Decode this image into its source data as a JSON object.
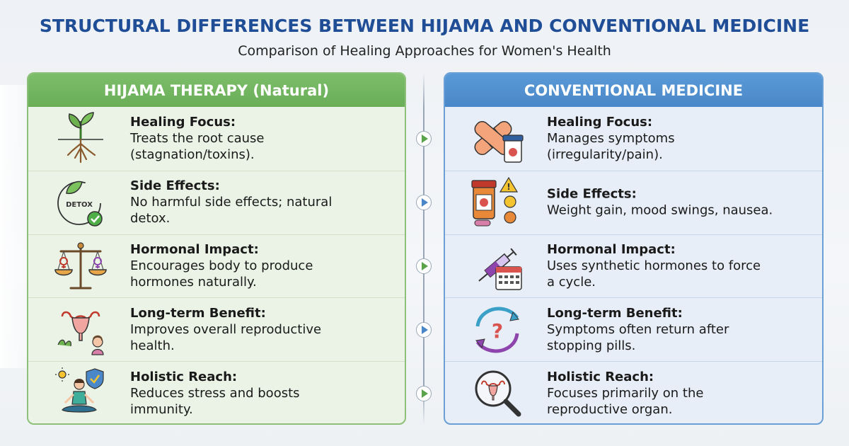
{
  "header": {
    "title": "STRUCTURAL DIFFERENCES BETWEEN HIJAMA AND CONVENTIONAL MEDICINE",
    "subtitle": "Comparison of Healing Approaches for Women's Health"
  },
  "colors": {
    "title": "#1f4e97",
    "hijama_header": "#6aae58",
    "conventional_header": "#4a87c8"
  },
  "hijama": {
    "heading": "HIJAMA THERAPY (Natural)",
    "rows": [
      {
        "label": "Healing Focus:",
        "desc1": "Treats the root cause",
        "desc2": "(stagnation/toxins).",
        "icon": "sprout-roots-icon"
      },
      {
        "label": "Side Effects:",
        "desc1": "No harmful side effects; natural",
        "desc2": "detox.",
        "icon": "detox-leaf-icon",
        "icon_text": "DETOX"
      },
      {
        "label": "Hormonal Impact:",
        "desc1": "Encourages body to produce",
        "desc2": "hormones naturally.",
        "icon": "balance-scale-icon"
      },
      {
        "label": "Long-term Benefit:",
        "desc1": "Improves overall reproductive",
        "desc2": "health.",
        "icon": "uterus-woman-icon"
      },
      {
        "label": "Holistic Reach:",
        "desc1": "Reduces stress and boosts",
        "desc2": "immunity.",
        "icon": "meditation-shield-icon"
      }
    ]
  },
  "conventional": {
    "heading": "CONVENTIONAL MEDICINE",
    "rows": [
      {
        "label": "Healing Focus:",
        "desc1": "Manages symptoms",
        "desc2": "(irregularity/pain).",
        "icon": "bandage-pill-icon"
      },
      {
        "label": "Side Effects:",
        "desc1": "Weight gain, mood swings, nausea.",
        "desc2": "",
        "icon": "pill-bottle-warning-icon"
      },
      {
        "label": "Hormonal Impact:",
        "desc1": "Uses synthetic hormones to force",
        "desc2": "a cycle.",
        "icon": "syringe-calendar-icon"
      },
      {
        "label": "Long-term Benefit:",
        "desc1": "Symptoms often return after",
        "desc2": "stopping pills.",
        "icon": "cycle-question-icon"
      },
      {
        "label": "Holistic Reach:",
        "desc1": "Focuses primarily on the",
        "desc2": "reproductive organ.",
        "icon": "magnifier-uterus-icon"
      }
    ]
  }
}
